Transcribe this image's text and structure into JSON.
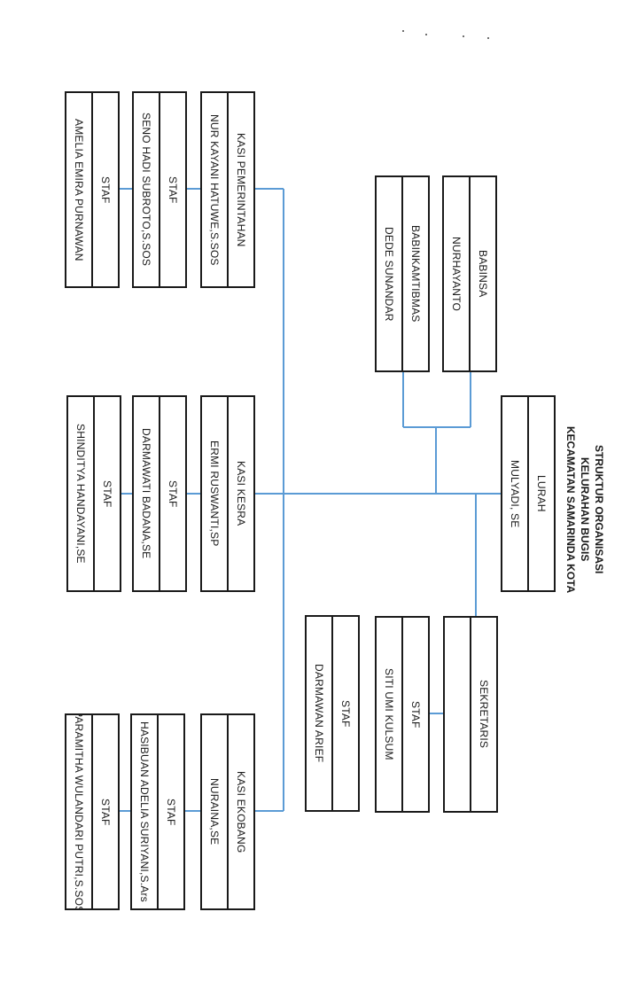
{
  "title": [
    "STRUKTUR ORGANISASI",
    "KELURAHAN BUGIS",
    "KECAMATAN SAMARINDA KOTA"
  ],
  "colors": {
    "line": "#5b9bd5",
    "border": "#1a1a1a"
  },
  "boxes": {
    "lurah": [
      "LURAH",
      "MULYADI, SE"
    ],
    "babinsa": [
      "BABINSA",
      "NURHAYANTO"
    ],
    "babinkamtibmas": [
      "BABINKAMTIBMAS",
      "DEDE SUNANDAR"
    ],
    "sekretaris": [
      "SEKRETARIS",
      ""
    ],
    "sek_staf1": [
      "STAF",
      "SITI UMI KULSUM"
    ],
    "sek_staf2": [
      "STAF",
      "DARMAWAN ARIEF"
    ],
    "kasi_pem": [
      "KASI PEMERINTAHAN",
      "NUR KAYANI HATUWE,S.SOS"
    ],
    "pem_staf1": [
      "STAF",
      "SENO HADI SUBROTO,S.SOS"
    ],
    "pem_staf2": [
      "STAF",
      "AMELIA EMIRA PURNAWAN"
    ],
    "kasi_kesra": [
      "KASI KESRA",
      "ERMI RUSWANTI,SP"
    ],
    "kesra_staf1": [
      "STAF",
      "DARMAWATI BADANA,SE"
    ],
    "kesra_staf2": [
      "STAF",
      "SHINDITYA HANDAYANI,SE"
    ],
    "kasi_ekobang": [
      "KASI EKOBANG",
      "NURAINA,SE"
    ],
    "eko_staf1": [
      "STAF",
      "HASIBUAN ADELIA SURIYANI,S.Ars"
    ],
    "eko_staf2": [
      "STAF",
      "PARAMITHA WULANDARI PUTRI,S.SOS"
    ]
  }
}
